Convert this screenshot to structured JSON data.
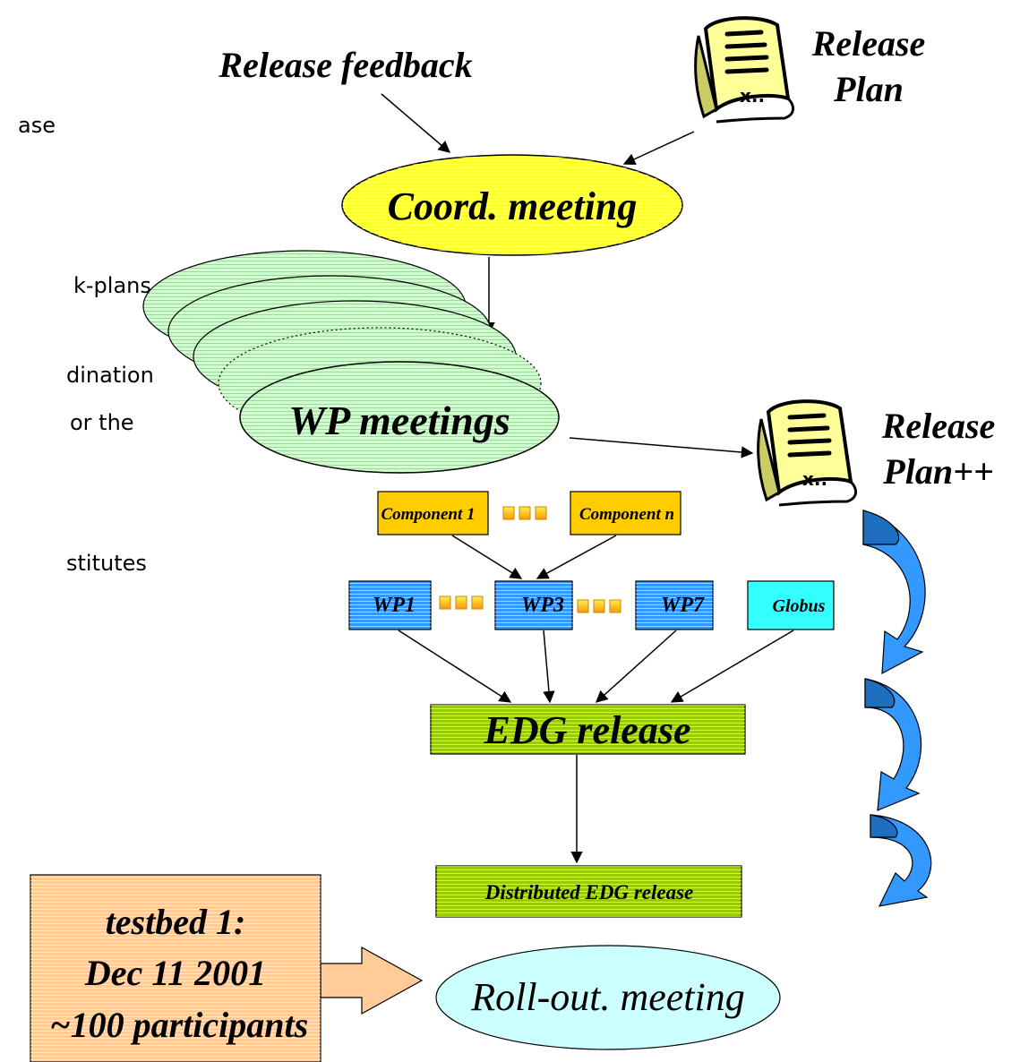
{
  "left_text_fragments": [
    "ase",
    "k-plans",
    "dination",
    "or the",
    "stitutes"
  ],
  "release_feedback": "Release feedback",
  "release_plan": {
    "line1": "Release",
    "line2": "Plan"
  },
  "release_plan_pp": {
    "line1": "Release",
    "line2": "Plan++"
  },
  "coord_meeting": "Coord. meeting",
  "wp_meetings": "WP meetings",
  "components": {
    "first": "Component 1",
    "last": "Component n"
  },
  "work_packages": [
    "WP1",
    "WP3",
    "WP7",
    "Globus"
  ],
  "edg_release": "EDG release",
  "distributed_release": "Distributed EDG release",
  "testbed": {
    "line1": "testbed 1:",
    "line2": "Dec 11 2001",
    "line3": "~100 participants"
  },
  "rollout_meeting": "Roll-out. meeting",
  "colors": {
    "coord_fill": "#ffff33",
    "wp_meetings_fill": "#ccffcc",
    "component_fill": "#ffcc00",
    "wp_fill": "#3399ff",
    "globus_fill": "#33ffff",
    "edg_fill": "#99cc00",
    "testbed_fill": "#ffcc99",
    "rollout_fill": "#ccffff",
    "curved_arrow": "#3399ff"
  }
}
